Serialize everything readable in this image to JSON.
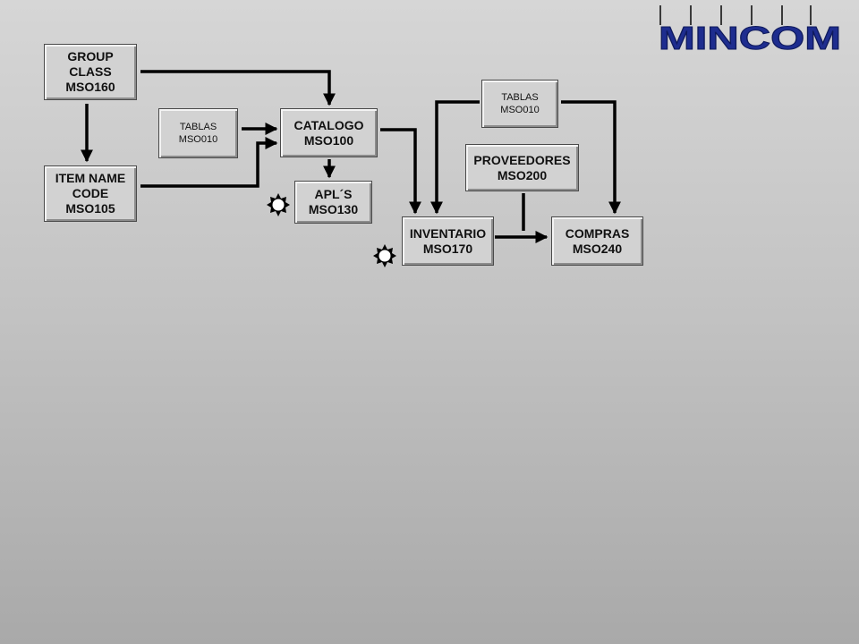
{
  "logo": {
    "text": "MINCOM",
    "color": "#1e2d8f"
  },
  "colors": {
    "line": "#000000",
    "box": "#d2d2d2"
  },
  "boxes": {
    "group_class": [
      "GROUP",
      "CLASS",
      "MSO160"
    ],
    "item_name": [
      "ITEM NAME",
      "CODE",
      "MSO105"
    ],
    "tablas_left": [
      "TABLAS",
      "MSO010"
    ],
    "catalogo": [
      "CATALOGO",
      "MSO100"
    ],
    "apls": [
      "APL´S",
      "MSO130"
    ],
    "tablas_right": [
      "TABLAS",
      "MSO010"
    ],
    "proveedores": [
      "PROVEEDORES",
      "MSO200"
    ],
    "inventario": [
      "INVENTARIO",
      "MSO170"
    ],
    "compras": [
      "COMPRAS",
      "MSO240"
    ]
  },
  "icons": [
    "sun-burst-icon",
    "sun-burst-icon"
  ]
}
